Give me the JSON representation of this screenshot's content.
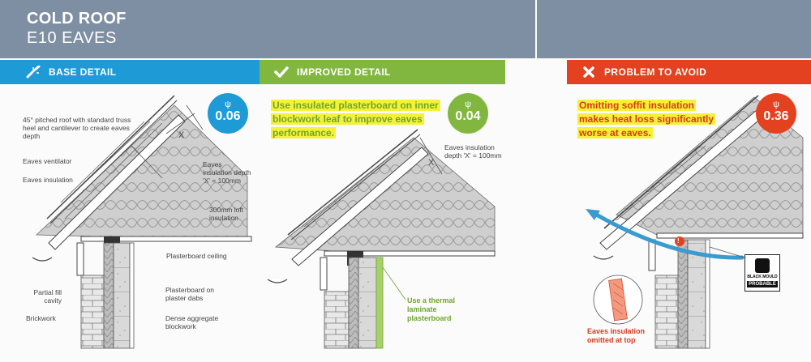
{
  "header": {
    "title_line1": "COLD ROOF",
    "title_line2": "E10 EAVES"
  },
  "panels": {
    "base": {
      "label": "BASE DETAIL",
      "icon": "broken-link-icon",
      "color": "#1e9ad6",
      "psi_symbol": "ψ",
      "psi_value": "0.06",
      "description": "45° pitched roof with standard truss heel and cantilever to create eaves depth",
      "labels": {
        "eaves_ventilator": "Eaves ventilator",
        "eaves_insulation": "Eaves insulation",
        "depth_line1": "Eaves",
        "depth_line2": "insulation depth",
        "depth_line3": "'X' = 100mm",
        "loft_line1": "300mm loft",
        "loft_line2": "insulation",
        "plasterboard_ceiling": "Plasterboard ceiling",
        "partial_fill_line1": "Partial fill",
        "partial_fill_line2": "cavity",
        "plaster_dabs_line1": "Plasterboard on",
        "plaster_dabs_line2": "plaster dabs",
        "brickwork": "Brickwork",
        "blockwork_line1": "Dense aggregate",
        "blockwork_line2": "blockwork",
        "x_mark": "X"
      }
    },
    "improved": {
      "label": "IMPROVED DETAIL",
      "icon": "check-icon",
      "color": "#82b73f",
      "psi_symbol": "ψ",
      "psi_value": "0.04",
      "highlight_line1": "Use insulated plasterboard on inner",
      "highlight_line2": "blockwork leaf to improve eaves",
      "highlight_line3": "performance.",
      "depth_line1": "Eaves insulation",
      "depth_line2": "depth 'X' = 100mm",
      "thermal_line1": "Use a thermal",
      "thermal_line2": "laminate",
      "thermal_line3": "plasterboard",
      "x_mark": "X"
    },
    "problem": {
      "label": "PROBLEM TO AVOID",
      "icon": "cross-icon",
      "color": "#e3411f",
      "psi_symbol": "ψ",
      "psi_value": "0.36",
      "highlight_line1": "Omitting soffit insulation",
      "highlight_line2": "makes heat loss significantly",
      "highlight_line3": "worse at eaves.",
      "omitted_line1": "Eaves insulation",
      "omitted_line2": "omitted at top",
      "mould_line1": "BLACK MOULD",
      "mould_line2": "PROBABLE",
      "warning_mark": "!"
    }
  }
}
